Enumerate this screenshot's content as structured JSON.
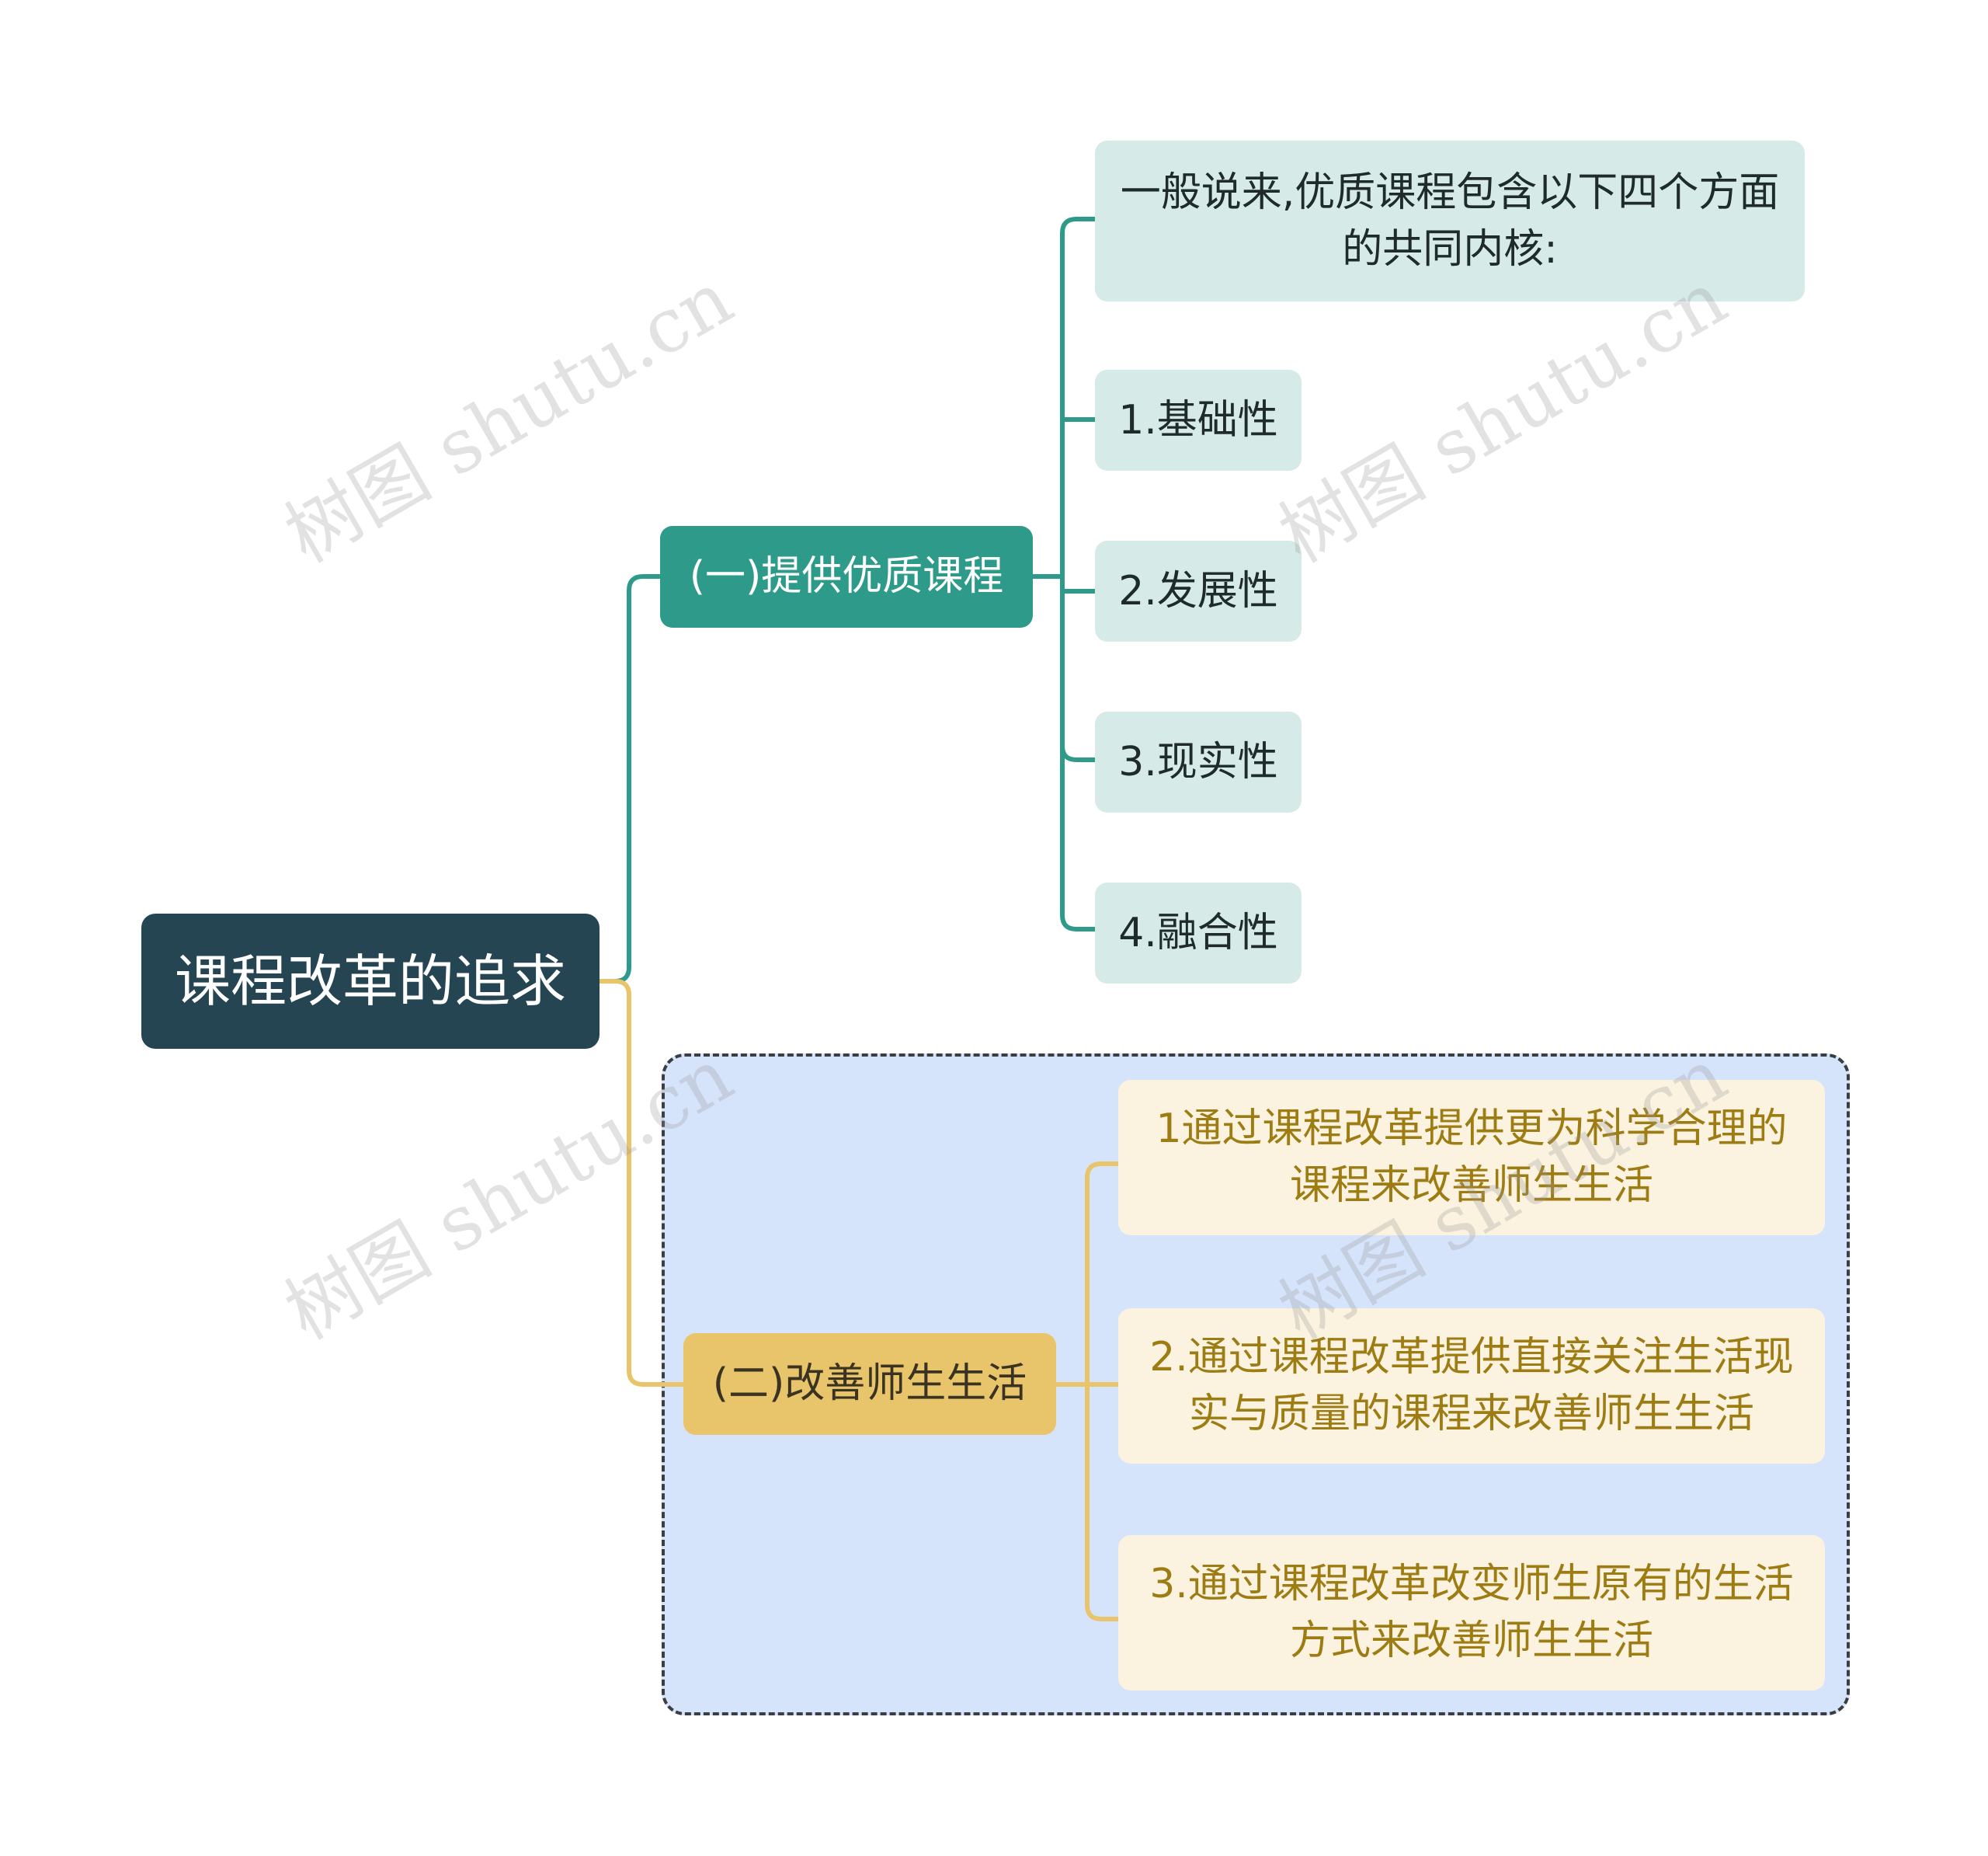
{
  "root": {
    "label": "课程改革的追求"
  },
  "branches": [
    {
      "label": "(一)提供优质课程",
      "color": "#2d9a8a",
      "children": [
        "一般说来,优质课程包含以下四个方面的共同内核:",
        "1.基础性",
        "2.发展性",
        "3.现实性",
        "4.融合性"
      ]
    },
    {
      "label": "(二)改善师生生活",
      "color": "#e8c46a",
      "children": [
        "1通过课程改革提供更为科学合理的课程来改善师生生活",
        "2.通过课程改革提供直接关注生活现实与质量的课程来改善师生生活",
        "3.通过课程改革改变师生原有的生活方式来改善师生生活"
      ]
    }
  ],
  "watermark": "树图 shutu.cn"
}
